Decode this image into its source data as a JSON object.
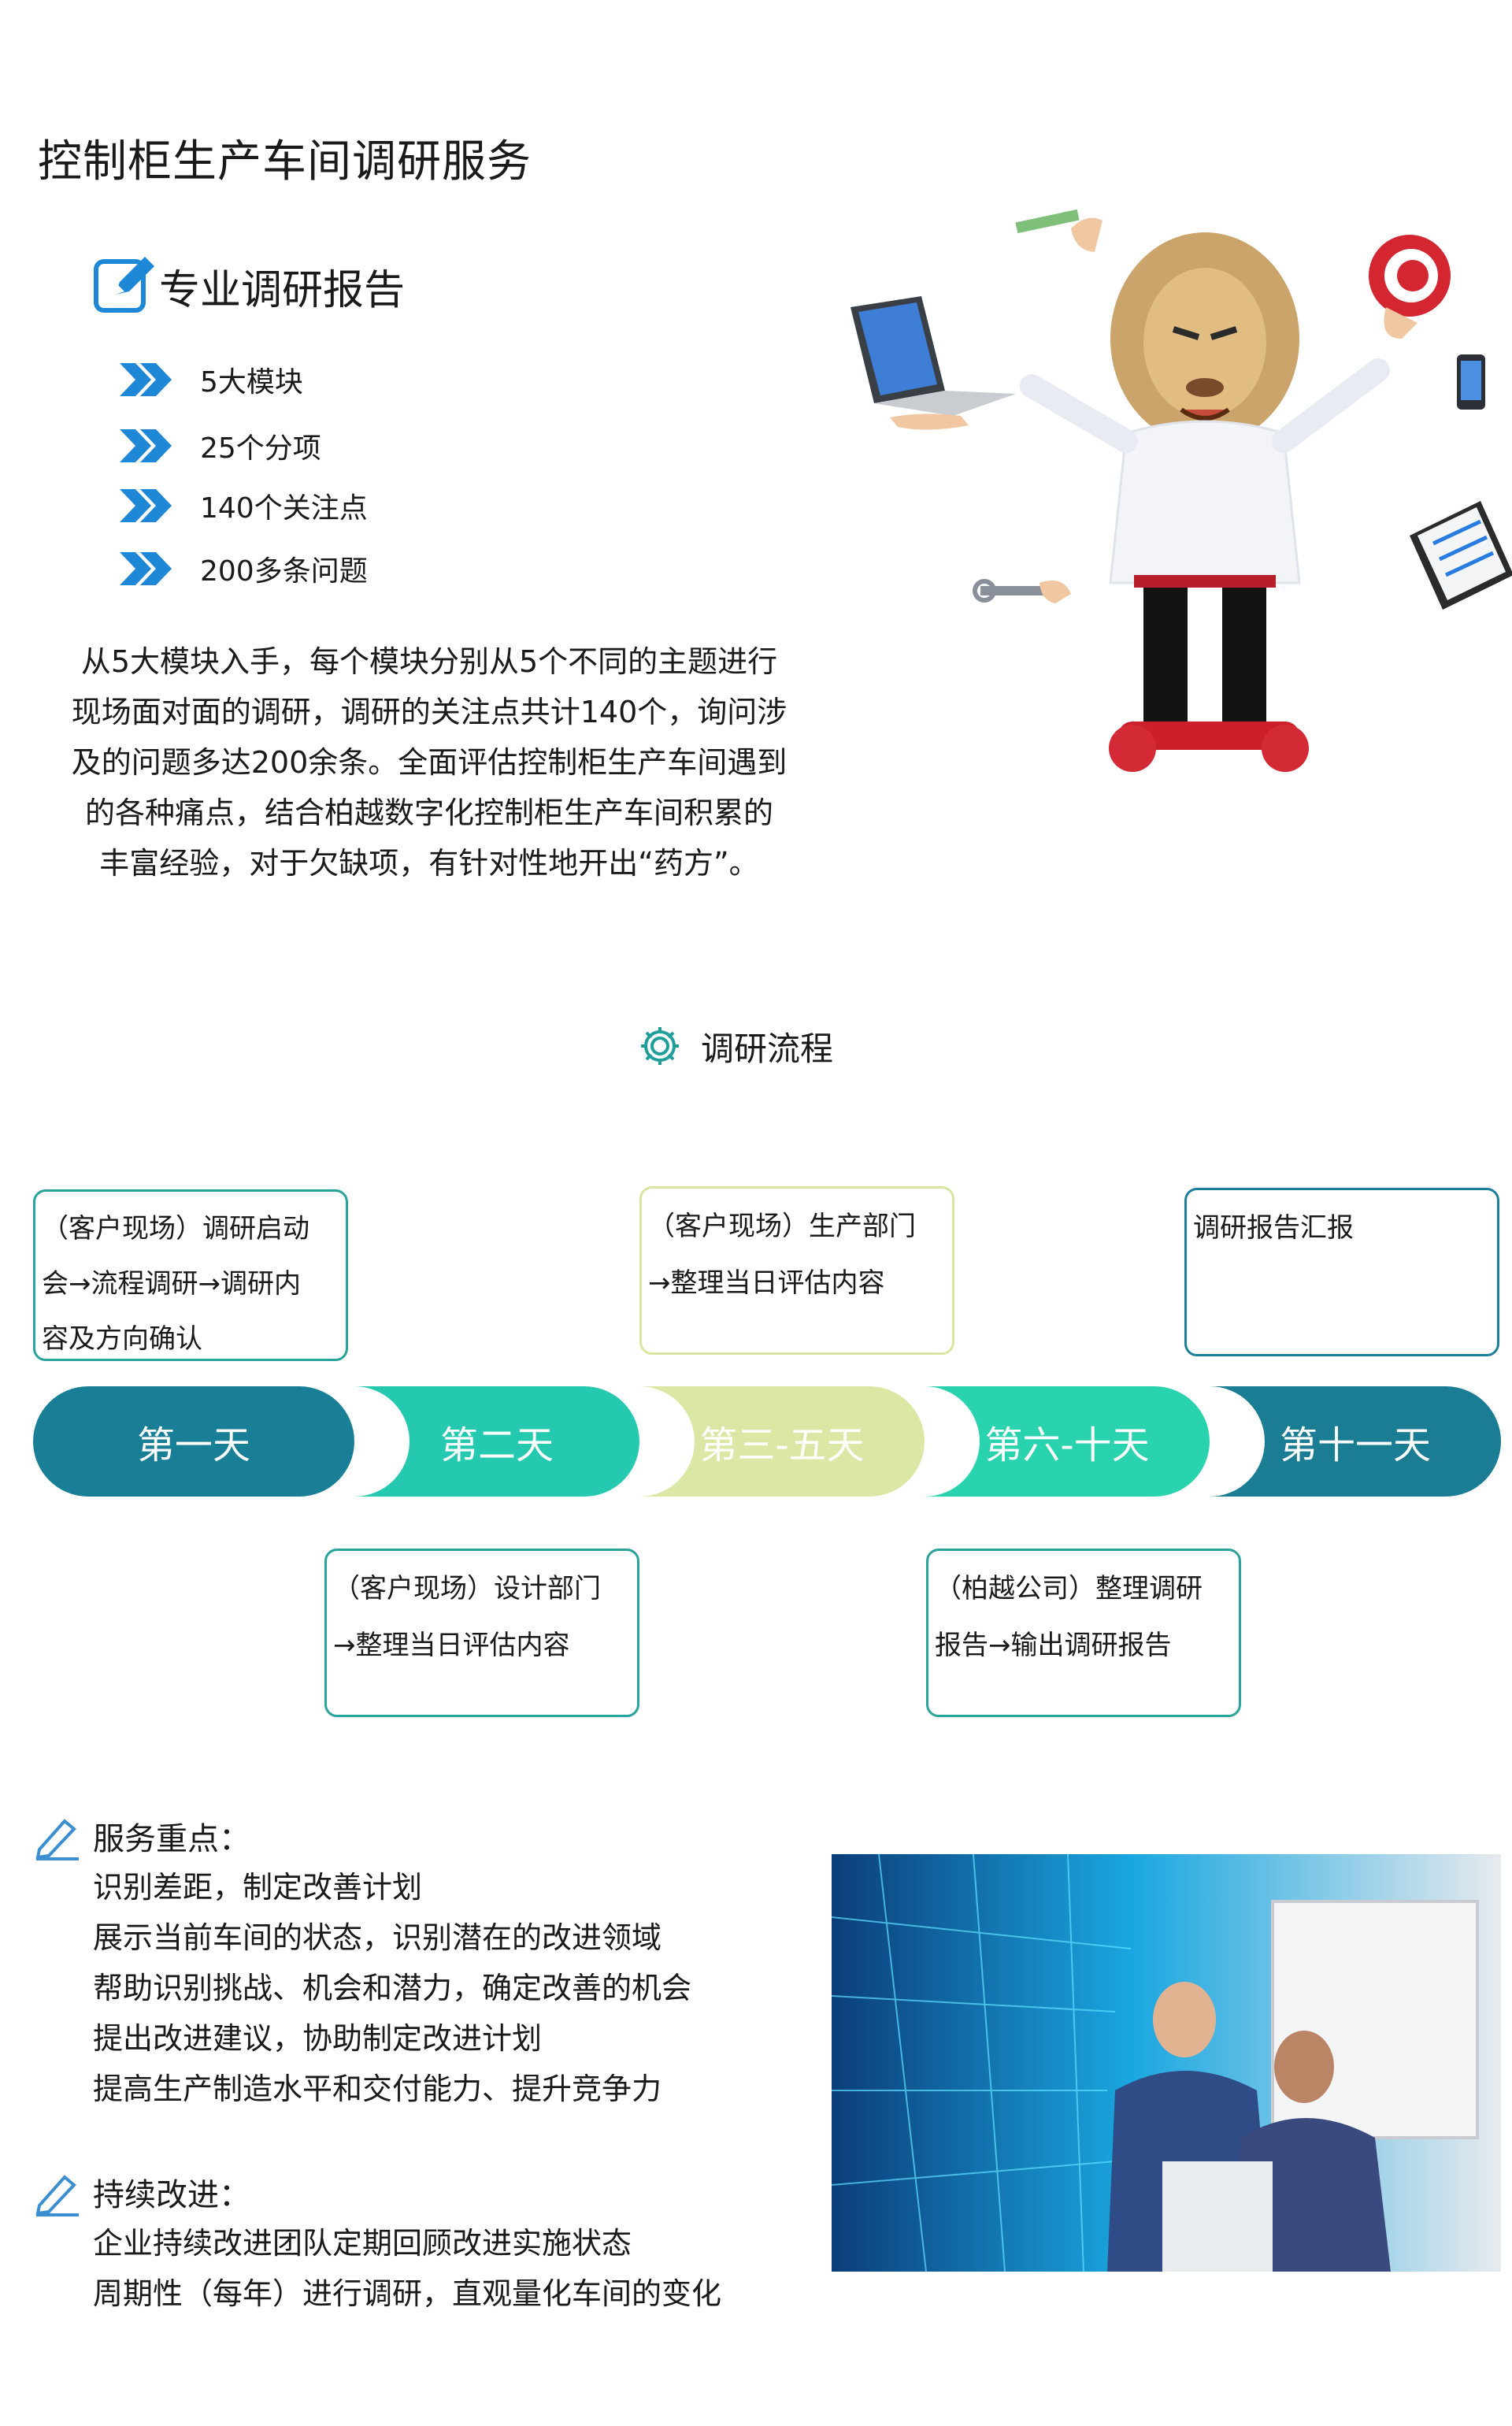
{
  "page_title": "控制柜生产车间调研服务",
  "report": {
    "title": "专业调研报告",
    "bullets": [
      "5大模块",
      "25个分项",
      "140个关注点",
      "200多条问题"
    ],
    "intro_lines": [
      "从5大模块入手，每个模块分别从5个不同的主题进行",
      "现场面对面的调研，调研的关注点共计140个，询问涉",
      "及的问题多达200余条。全面评估控制柜生产车间遇到",
      "的各种痛点，结合柏越数字化控制柜生产车间积累的",
      "丰富经验，对于欠缺项，有针对性地开出“药方”。"
    ]
  },
  "flow": {
    "title": "调研流程",
    "days": [
      "第一天",
      "第二天",
      "第三-五天",
      "第六-十天",
      "第十一天"
    ],
    "day_colors": [
      "#197f97",
      "#25c9b0",
      "#dbe7a4",
      "#28d3ae",
      "#1a7d93"
    ],
    "top_boxes": [
      {
        "lines": [
          "（客户现场）调研启动",
          "会→流程调研→调研内",
          "容及方向确认"
        ]
      },
      {
        "lines": [
          "（客户现场）生产部门",
          "→整理当日评估内容"
        ]
      },
      {
        "lines": [
          "调研报告汇报"
        ]
      }
    ],
    "bottom_boxes": [
      {
        "lines": [
          "（客户现场）设计部门",
          "→整理当日评估内容"
        ]
      },
      {
        "lines": [
          "（柏越公司）整理调研",
          "报告→输出调研报告"
        ]
      }
    ]
  },
  "service_focus": {
    "heading": "服务重点：",
    "items": [
      "识别差距，制定改善计划",
      "展示当前车间的状态，识别潜在的改进领域",
      "帮助识别挑战、机会和潜力，确定改善的机会",
      "提出改进建议，协助制定改进计划",
      "提高生产制造水平和交付能力、提升竞争力"
    ]
  },
  "continuous": {
    "heading": "持续改进：",
    "items": [
      "企业持续改进团队定期回顾改进实施状态",
      "周期性（每年）进行调研，直观量化车间的变化"
    ]
  },
  "colors": {
    "accent_blue": "#1e88d6",
    "accent_teal": "#1f9e9a"
  }
}
